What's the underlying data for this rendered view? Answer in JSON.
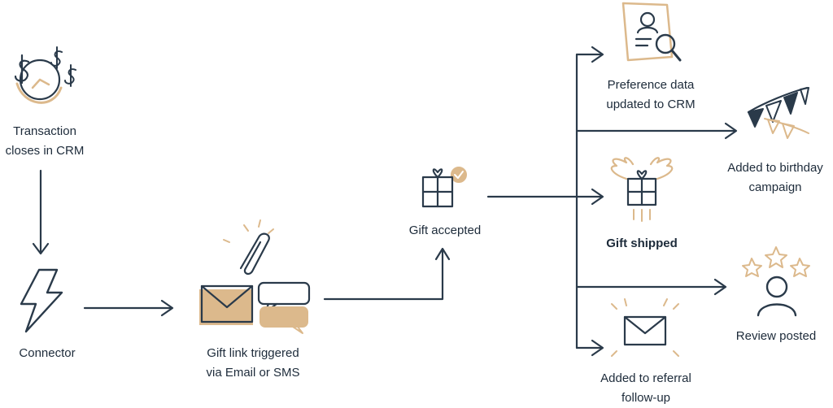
{
  "colors": {
    "ink": "#2a3a4a",
    "accent": "#dcb98c"
  },
  "nodes": {
    "transaction": {
      "icon": "money-clock-icon",
      "lines": [
        "Transaction",
        "closes in CRM"
      ]
    },
    "connector": {
      "icon": "lightning-bolt-icon",
      "lines": [
        "Connector"
      ]
    },
    "gift_link": {
      "icon": "envelope-chat-paperclip-icon",
      "lines": [
        "Gift link triggered",
        "via Email or SMS"
      ]
    },
    "gift_accepted": {
      "icon": "gift-check-icon",
      "lines": [
        "Gift accepted"
      ]
    },
    "preference": {
      "icon": "document-search-icon",
      "lines": [
        "Preference data",
        "updated to CRM"
      ]
    },
    "birthday": {
      "icon": "bunting-flags-icon",
      "lines": [
        "Added to birthday",
        "campaign"
      ]
    },
    "gift_shipped": {
      "icon": "winged-gift-icon",
      "lines": [
        "Gift shipped"
      ]
    },
    "review": {
      "icon": "person-stars-icon",
      "lines": [
        "Review posted"
      ]
    },
    "referral": {
      "icon": "envelope-icon",
      "lines": [
        "Added to referral",
        "follow-up"
      ]
    }
  }
}
